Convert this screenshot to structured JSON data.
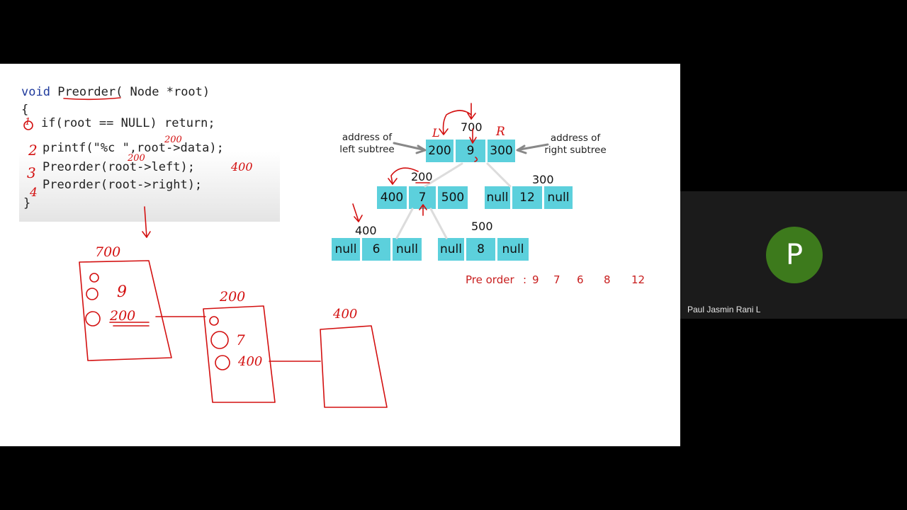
{
  "slide": {
    "code": {
      "line1": "void Preorder( Node *root)",
      "line2": "{",
      "line3": "if(root == NULL) return;",
      "line4": "printf(\"%c \",root->data);",
      "line5": "Preorder(root->left);",
      "line6": "Preorder(root->right);",
      "line7": "}"
    },
    "tree": {
      "root": {
        "address": "700",
        "left": "200",
        "data": "9",
        "right": "300"
      },
      "left_label": "address of\nleft subtree",
      "right_label": "address of\nright subtree",
      "n200": {
        "address": "200",
        "left": "400",
        "data": "7",
        "right": "500"
      },
      "n300": {
        "address": "300",
        "left": "null",
        "data": "12",
        "right": "null"
      },
      "n400": {
        "address": "400",
        "left": "null",
        "data": "6",
        "right": "null"
      },
      "n500": {
        "address": "500",
        "left": "null",
        "data": "8",
        "right": "null"
      }
    },
    "preorder": {
      "label": "Pre order",
      "sep": ":",
      "values": [
        "9",
        "7",
        "6",
        "8",
        "12"
      ]
    },
    "annotations": {
      "step1": "1",
      "step2": "2",
      "step3": "3",
      "step4": "4",
      "a200_top": "200",
      "a200_mid": "200",
      "a400_code": "400",
      "letter_L": "L",
      "letter_R": "R",
      "frame700": "700",
      "f700_val": "9",
      "f700_addr": "200",
      "frame200": "200",
      "f200_val": "7",
      "f200_addr": "400",
      "frame400": "400"
    },
    "colors": {
      "cell": "#5cd0dc",
      "ink": "#d31010"
    }
  },
  "participant": {
    "initial": "P",
    "name": "Paul Jasmin Rani L",
    "avatar_color": "#3d7a1c"
  }
}
